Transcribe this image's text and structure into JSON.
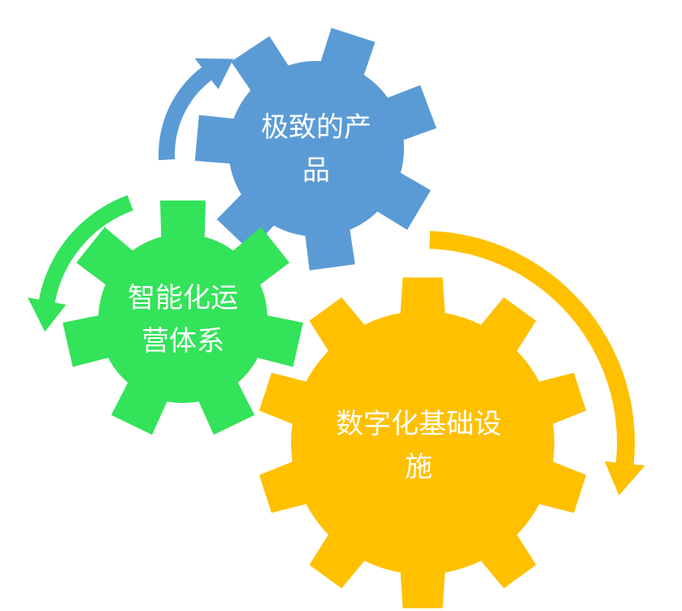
{
  "gears": [
    {
      "id": "gear-product",
      "name": "gear-product",
      "color": "#5B9BD5",
      "lines": [
        "极致的产",
        "品"
      ],
      "teeth": 7,
      "rotation_deg": 18
    },
    {
      "id": "gear-operation",
      "name": "gear-operation",
      "color": "#33E35A",
      "lines": [
        "智能化运",
        "营体系"
      ],
      "teeth": 7,
      "rotation_deg": 0
    },
    {
      "id": "gear-infrastructure",
      "name": "gear-infrastructure",
      "color": "#FFC000",
      "lines": [
        "数字化基础设",
        "施"
      ],
      "teeth": 10,
      "rotation_deg": 0
    }
  ],
  "arrows": [
    {
      "id": "arrow-blue",
      "name": "blue-cycle-arrow",
      "color": "#5B9BD5"
    },
    {
      "id": "arrow-green",
      "name": "green-cycle-arrow",
      "color": "#33E35A"
    },
    {
      "id": "arrow-yellow",
      "name": "yellow-cycle-arrow",
      "color": "#FFC000"
    }
  ]
}
